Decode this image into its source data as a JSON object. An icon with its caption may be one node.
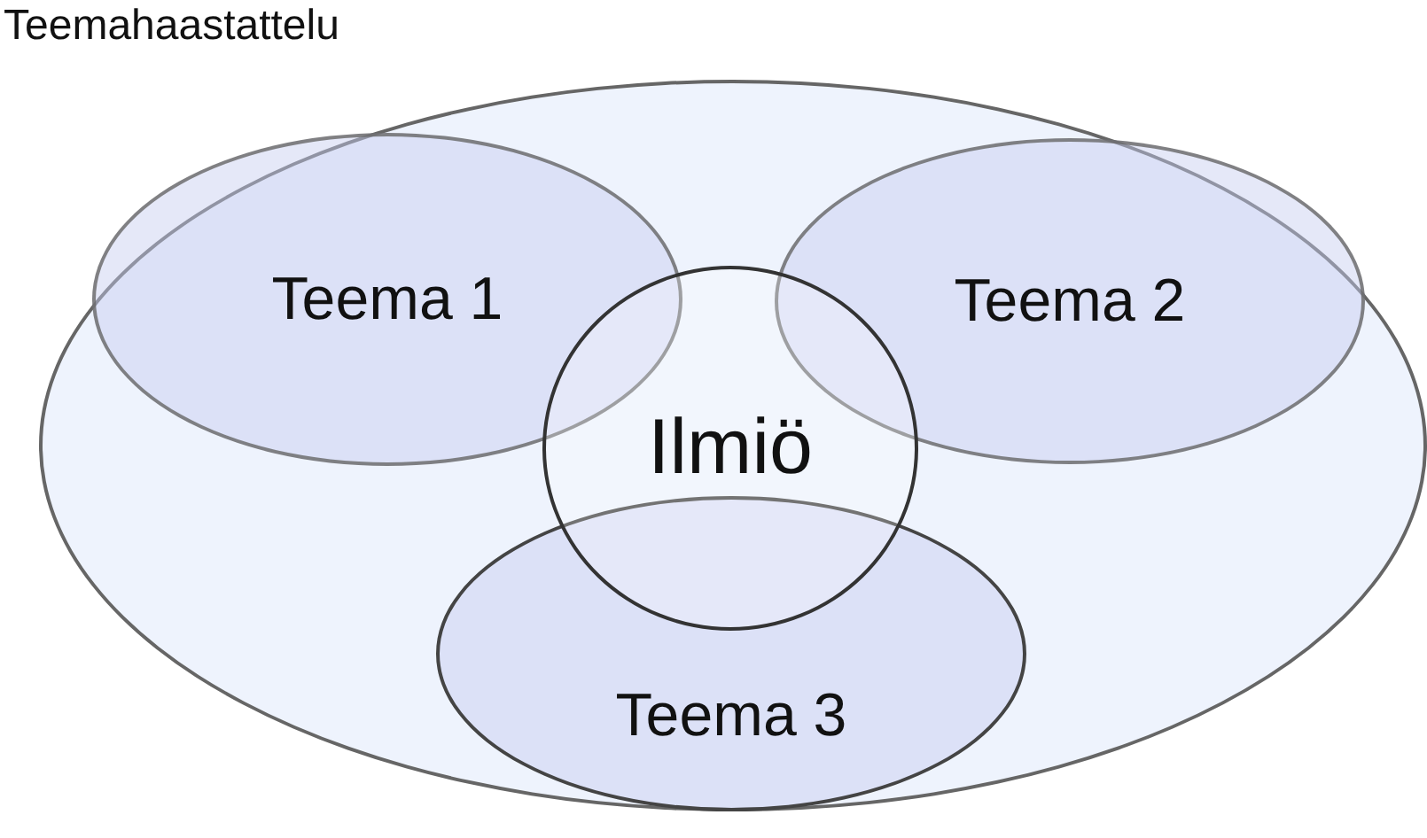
{
  "diagram": {
    "nodes": [
      {
        "text": [
          "Teemahaastattelu"
        ]
      },
      {
        "text": [
          "Teema 1"
        ],
        "in": 0
      },
      {
        "text": [
          "Teema 2"
        ],
        "in": 0
      },
      {
        "text": [
          "Teema 3"
        ],
        "in": 0
      },
      {
        "text": [
          "Ilmiö"
        ],
        "in": 0
      }
    ]
  }
}
